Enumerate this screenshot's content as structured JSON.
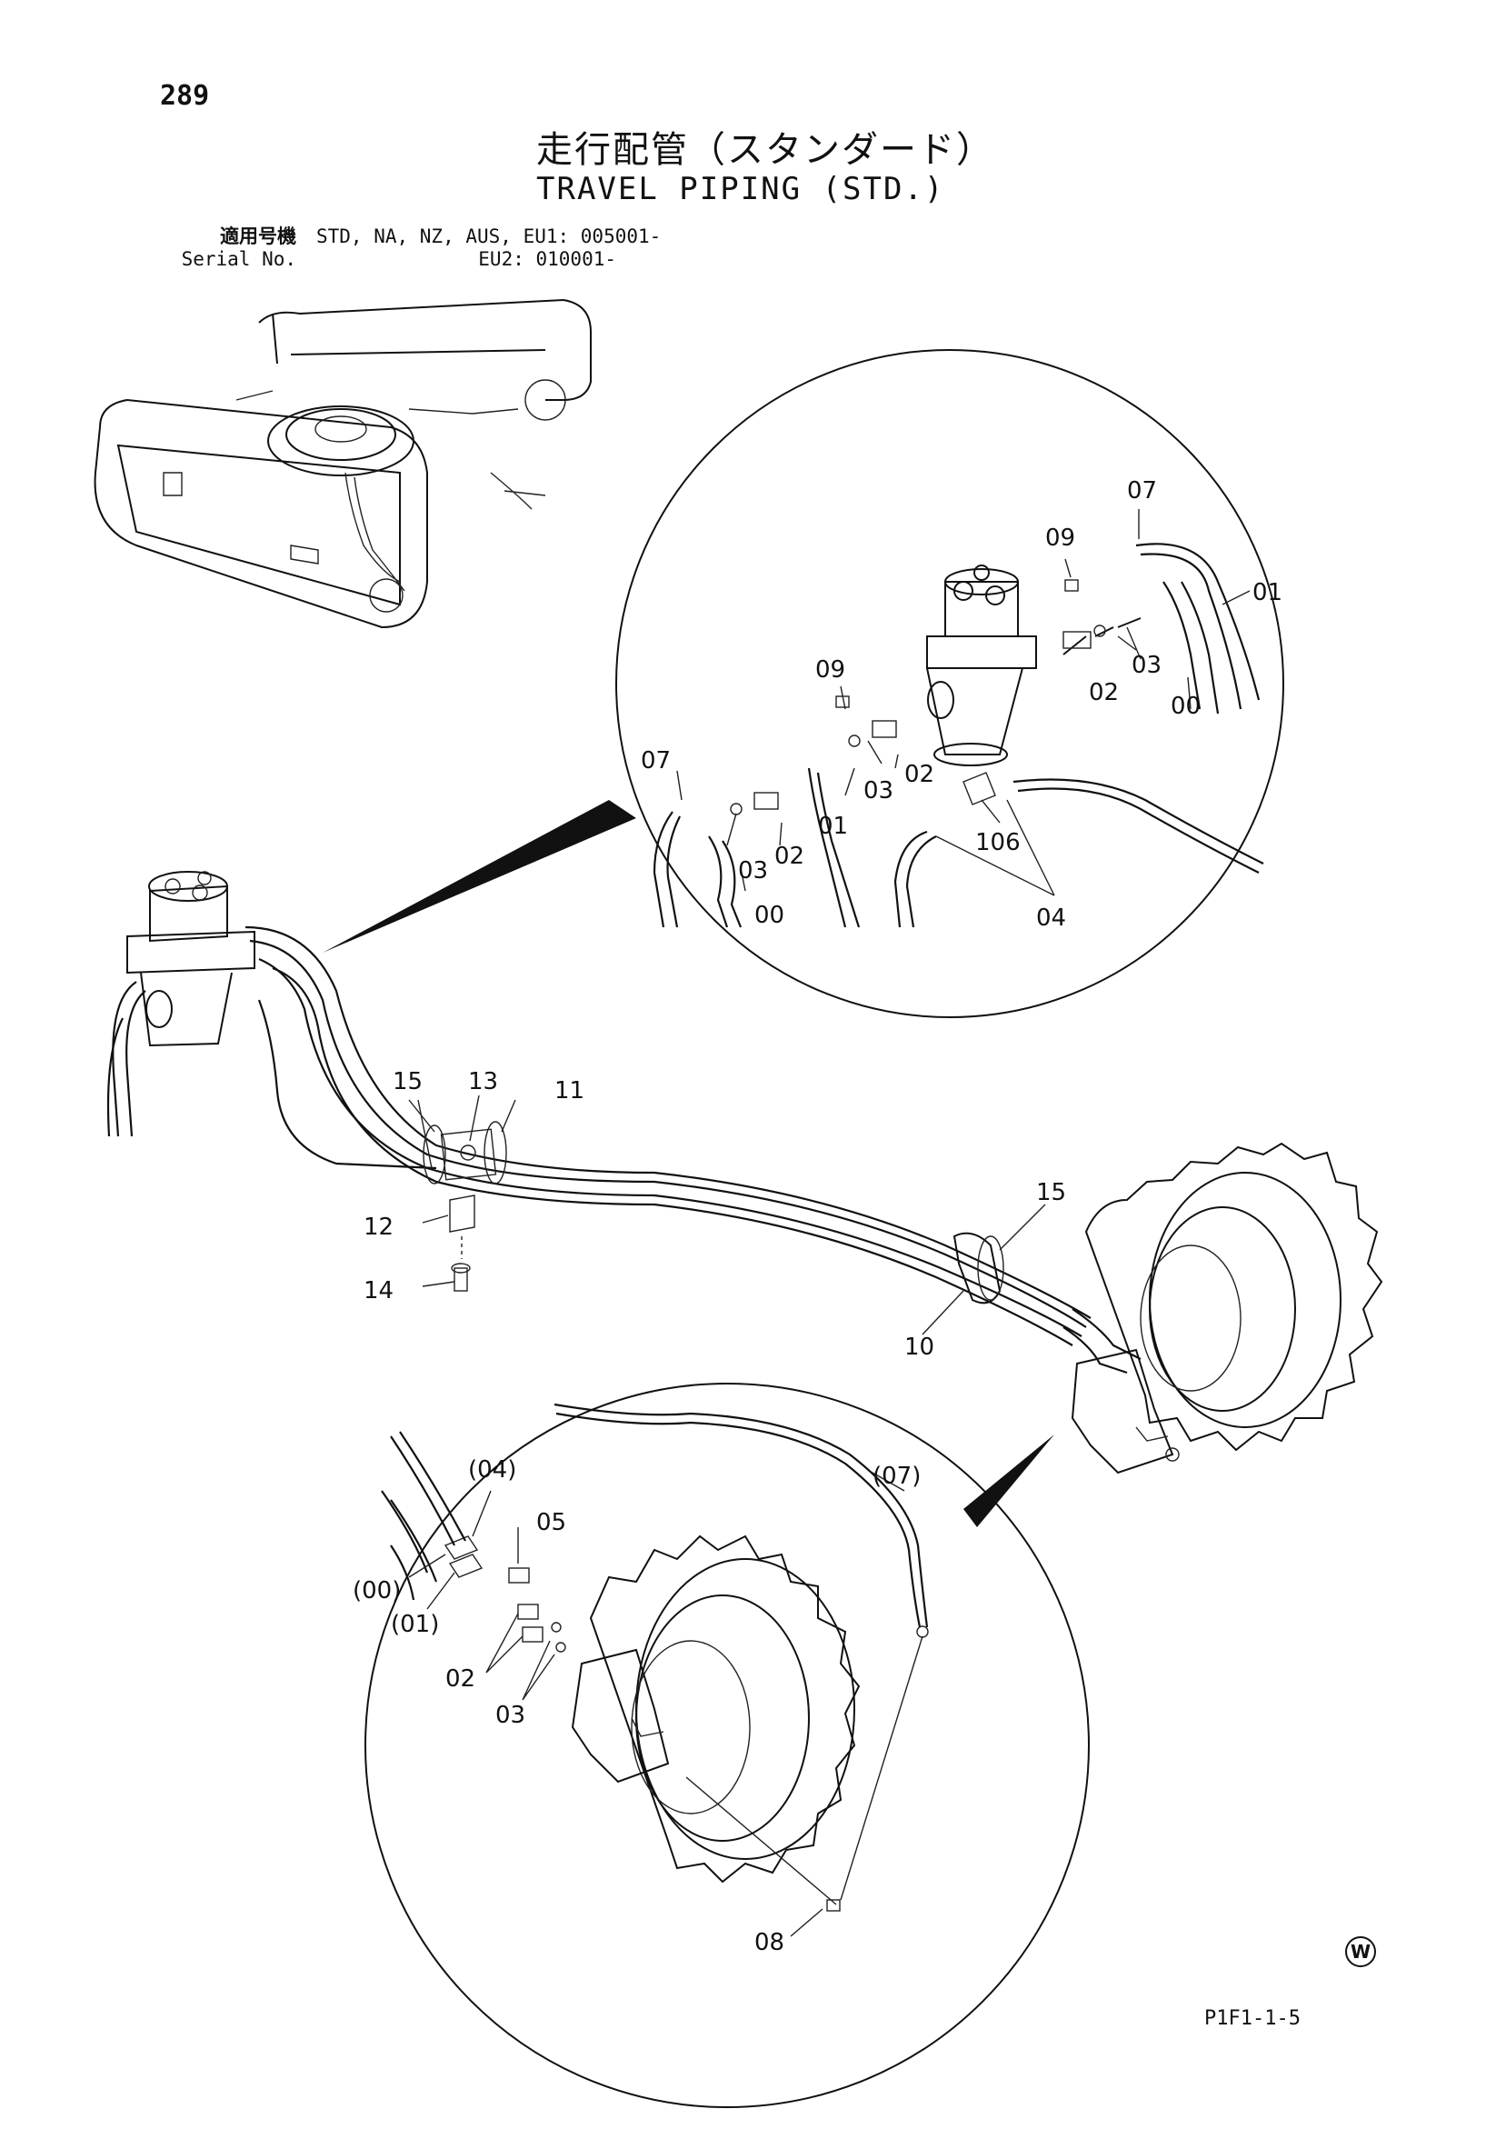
{
  "page_number": "289",
  "title_jp": "走行配管（スタンダード）",
  "title_en": "TRAVEL PIPING (STD.)",
  "serial": {
    "label_jp": "適用号機",
    "label_en": "Serial No.",
    "line1": "STD, NA, NZ, AUS, EU1: 005001-",
    "line2": "EU2: 010001-"
  },
  "callouts": {
    "top_detail": {
      "c07a": "07",
      "c09a": "09",
      "c01a": "01",
      "c03a": "03",
      "c02a": "02",
      "c00a": "00",
      "c09b": "09",
      "c07b": "07",
      "c03b": "03",
      "c02b": "02",
      "c01b": "01",
      "c03c": "03",
      "c02c": "02",
      "c00b": "00",
      "c106": "106",
      "c04": "04"
    },
    "main": {
      "c15a": "15",
      "c13": "13",
      "c11": "11",
      "c12": "12",
      "c14": "14",
      "c15b": "15",
      "c10": "10"
    },
    "bottom_detail": {
      "c04p": "(04)",
      "c05": "05",
      "c07p": "(07)",
      "c00p": "(00)",
      "c01p": "(01)",
      "c02": "02",
      "c03": "03",
      "c08": "08"
    }
  },
  "footer": {
    "mark": "W",
    "code": "P1F1-1-5"
  }
}
